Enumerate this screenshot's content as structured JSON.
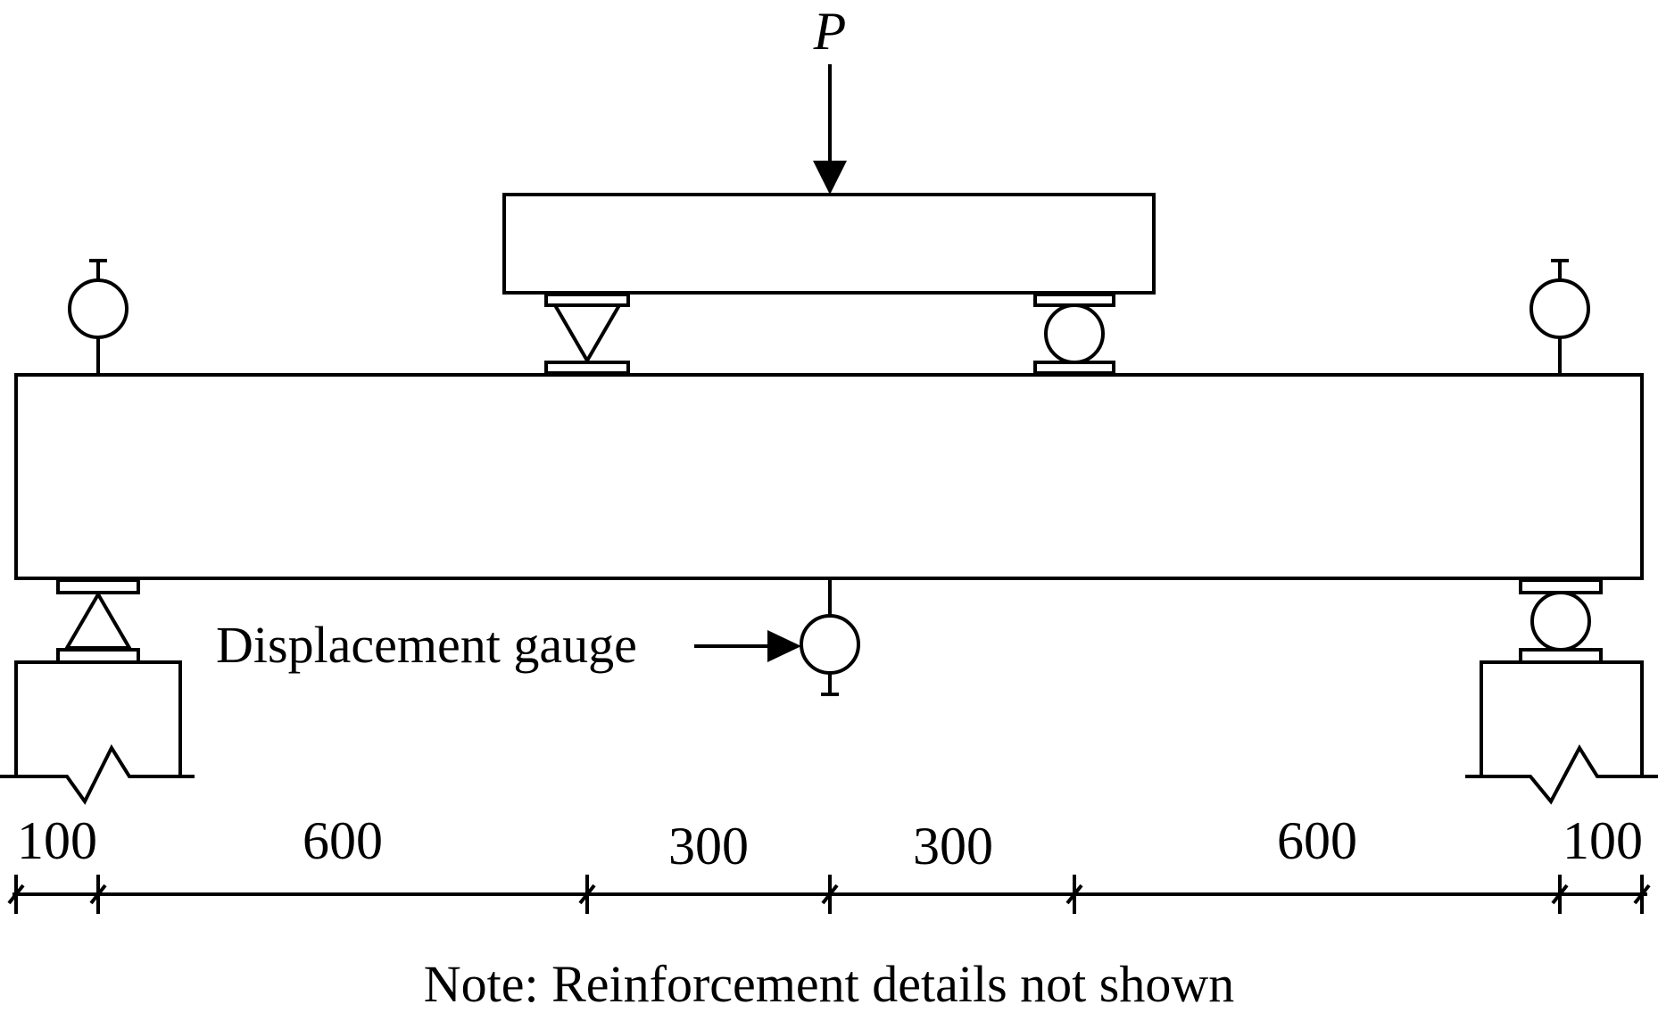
{
  "load_label": "P",
  "gauge_label": "Displacement gauge",
  "note": "Note: Reinforcement details not shown",
  "dimensions": [
    "100",
    "600",
    "300",
    "300",
    "600",
    "100"
  ]
}
